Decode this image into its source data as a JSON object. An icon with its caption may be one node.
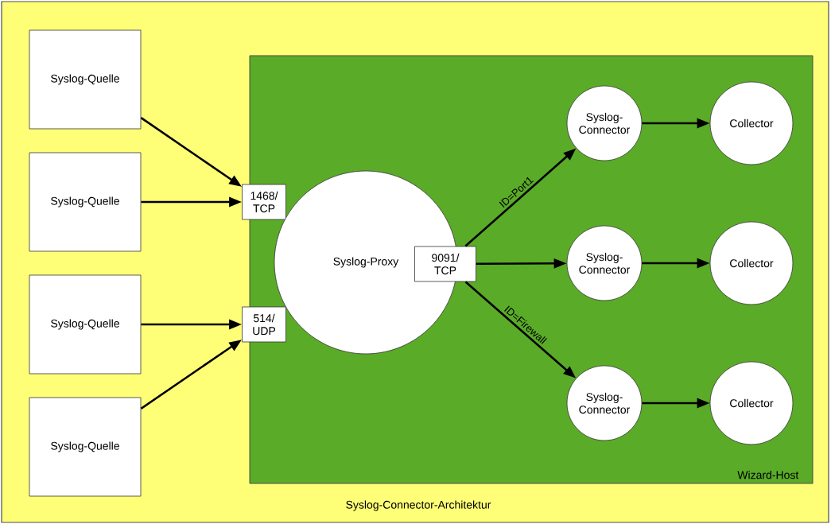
{
  "diagram": {
    "caption": "Syslog-Connector-Architektur",
    "nodes": [
      {
        "text": [
          "Syslog-Quelle"
        ]
      },
      {
        "text": [
          "Syslog-Quelle"
        ]
      },
      {
        "text": [
          "Syslog-Quelle"
        ]
      },
      {
        "text": [
          "Syslog-Quelle"
        ]
      },
      {
        "text": [
          "Wizard-Host"
        ]
      },
      {
        "text": [
          "1468/ TCP"
        ]
      },
      {
        "text": [
          "514/ UDP"
        ]
      },
      {
        "text": [
          "Syslog-Proxy"
        ],
        "in": 4
      },
      {
        "text": [
          "9091/ TCP"
        ],
        "in": 4
      },
      {
        "text": [
          "Syslog- Connector"
        ],
        "in": 4
      },
      {
        "text": [
          "Syslog- Connector"
        ],
        "in": 4
      },
      {
        "text": [
          "Syslog- Connector"
        ],
        "in": 4
      },
      {
        "text": [
          "Collector"
        ],
        "in": 4
      },
      {
        "text": [
          "Collector"
        ],
        "in": 4
      },
      {
        "text": [
          "Collector"
        ],
        "in": 4
      }
    ],
    "edges": [
      {
        "from": 0,
        "to": 5,
        "arrow": "to"
      },
      {
        "from": 1,
        "to": 5,
        "arrow": "to"
      },
      {
        "from": 2,
        "to": 6,
        "arrow": "to"
      },
      {
        "from": 3,
        "to": 6,
        "arrow": "to"
      },
      {
        "from": 8,
        "to": 9,
        "arrow": "to",
        "label": "ID=Port1"
      },
      {
        "from": 8,
        "to": 10,
        "arrow": "to"
      },
      {
        "from": 8,
        "to": 11,
        "arrow": "to",
        "label": "ID=Firewall"
      },
      {
        "from": 9,
        "to": 12,
        "arrow": "to"
      },
      {
        "from": 10,
        "to": 13,
        "arrow": "to"
      },
      {
        "from": 11,
        "to": 14,
        "arrow": "to"
      }
    ]
  }
}
